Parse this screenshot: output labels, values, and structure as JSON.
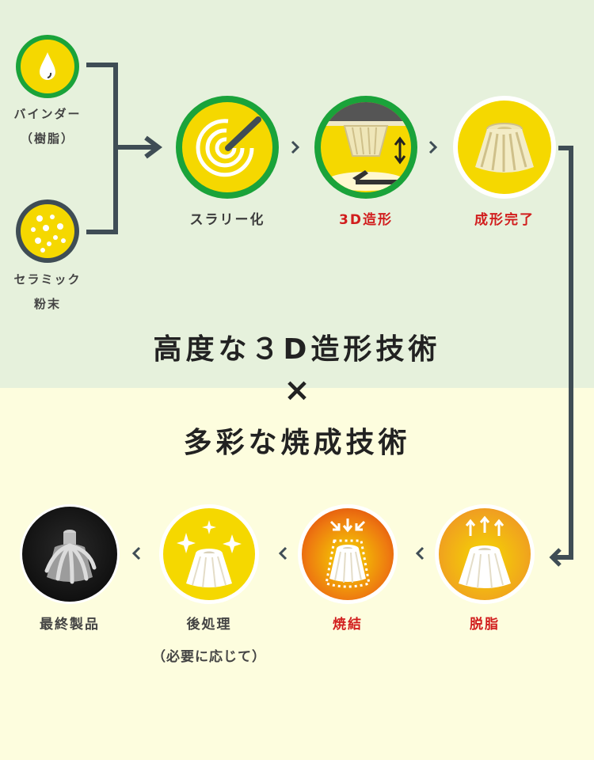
{
  "inputs": {
    "binder": {
      "line1": "バインダー",
      "line2": "（樹脂）",
      "icon": "droplet-icon"
    },
    "ceramic": {
      "line1": "セラミック",
      "line2": "粉末",
      "icon": "powder-dots-icon"
    }
  },
  "steps_top": [
    {
      "label": "スラリー化",
      "color": "#444444",
      "icon": "slurry-mixing-icon"
    },
    {
      "label": "3D造形",
      "color": "#d11d1d",
      "icon": "3d-printer-icon"
    },
    {
      "label": "成形完了",
      "color": "#d11d1d",
      "icon": "formed-part-icon"
    }
  ],
  "headline": {
    "line1": "高度な３D造形技術",
    "times": "×",
    "line2": "多彩な焼成技術"
  },
  "steps_bottom": [
    {
      "label": "脱脂",
      "color": "#d11d1d",
      "icon": "debinding-icon"
    },
    {
      "label": "焼結",
      "color": "#d11d1d",
      "icon": "sintering-icon"
    },
    {
      "label": "後処理",
      "sub": "（必要に応じて）",
      "color": "#444444",
      "icon": "post-processing-sparkle-icon"
    },
    {
      "label": "最終製品",
      "color": "#444444",
      "icon": "final-product-impeller-icon"
    }
  ],
  "colors": {
    "top_bg": "#e6f1dc",
    "bottom_bg": "#fdfdde",
    "green": "#1aa33a",
    "yellow": "#f5d800",
    "connector": "#3f4d55",
    "red_label": "#d11d1d"
  }
}
